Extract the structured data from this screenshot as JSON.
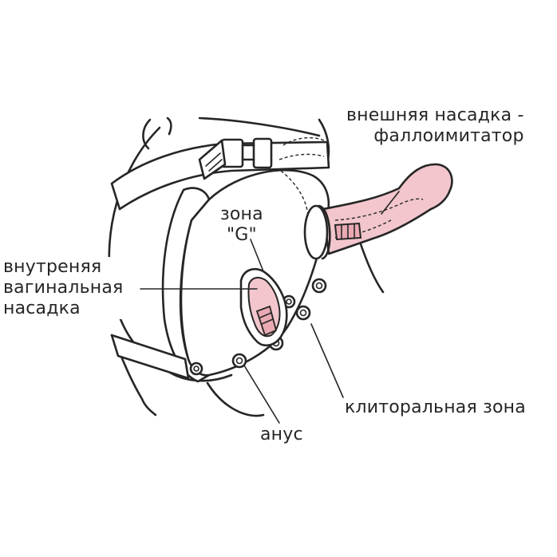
{
  "labels": {
    "external_attachment": [
      "внешняя насадка -",
      "фаллоимитатор"
    ],
    "g_zone": [
      "зона",
      "\"G\""
    ],
    "internal_attachment": [
      "внутреняя",
      "вагинальная",
      "насадка"
    ],
    "clitoral_zone": "клиторальная зона",
    "anus": "анус"
  },
  "colors": {
    "line": "#262626",
    "toy_fill": "#f2c6cc",
    "toy_fill_dark": "#e9aab4",
    "background": "#ffffff"
  }
}
